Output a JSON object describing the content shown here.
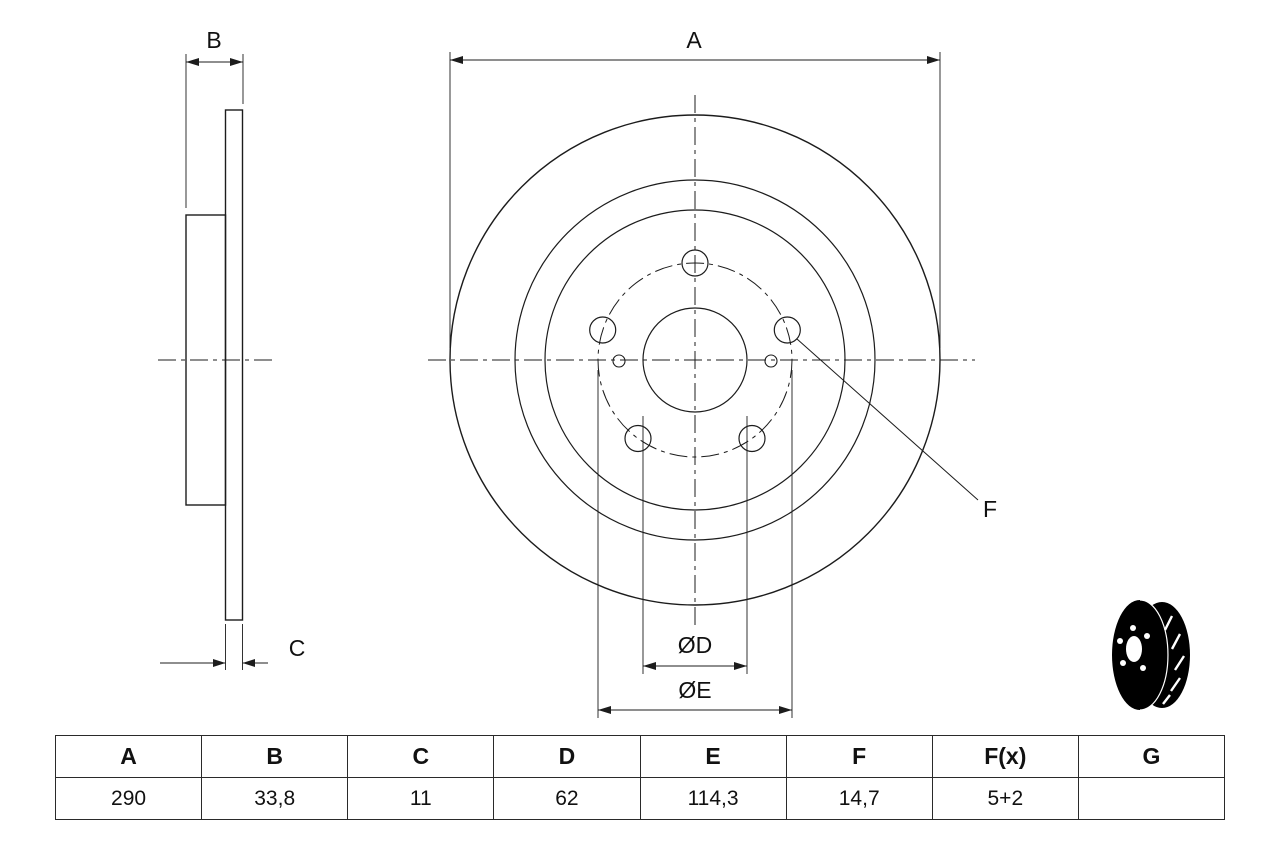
{
  "drawing": {
    "labels": {
      "a": "A",
      "b": "B",
      "c": "C",
      "d": "ØD",
      "e": "ØE",
      "f": "F"
    }
  },
  "table": {
    "headers": [
      "A",
      "B",
      "C",
      "D",
      "E",
      "F",
      "F(x)",
      "G"
    ],
    "values": [
      "290",
      "33,8",
      "11",
      "62",
      "114,3",
      "14,7",
      "5+2",
      ""
    ]
  },
  "colors": {
    "line": "#1c1c1c",
    "background": "#ffffff"
  }
}
